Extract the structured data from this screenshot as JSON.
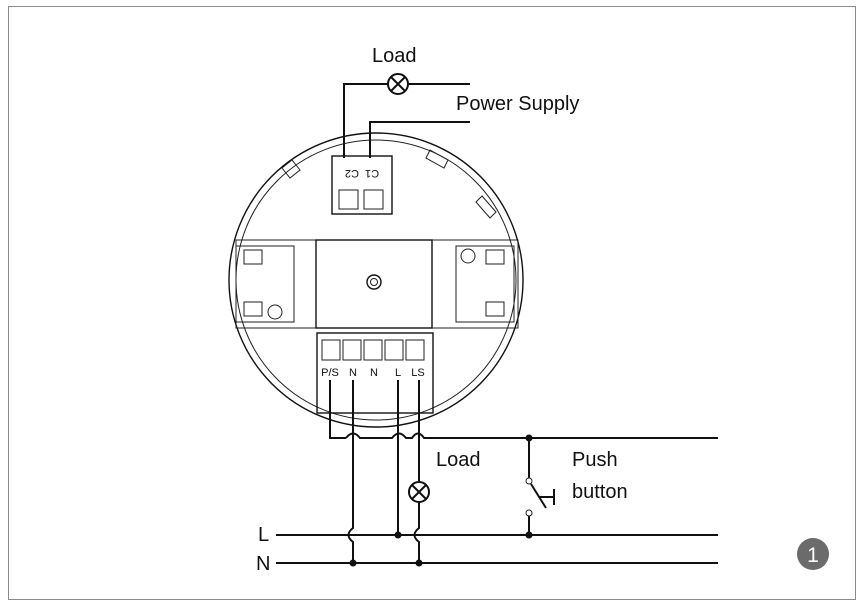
{
  "diagram": {
    "top_load_label": "Load",
    "power_supply_label": "Power Supply",
    "top_terminal_labels": [
      "C1",
      "C2"
    ],
    "bottom_terminal_labels": [
      "P/S",
      "N",
      "N",
      "L",
      "LS"
    ],
    "mid_load_label": "Load",
    "push_button_label_1": "Push",
    "push_button_label_2": "button",
    "line_L_label": "L",
    "line_N_label": "N",
    "figure_number": "1",
    "colors": {
      "line": "#111111",
      "badge": "#6b6b6b",
      "badge_text": "#ffffff",
      "border": "#8c8c8c"
    }
  }
}
